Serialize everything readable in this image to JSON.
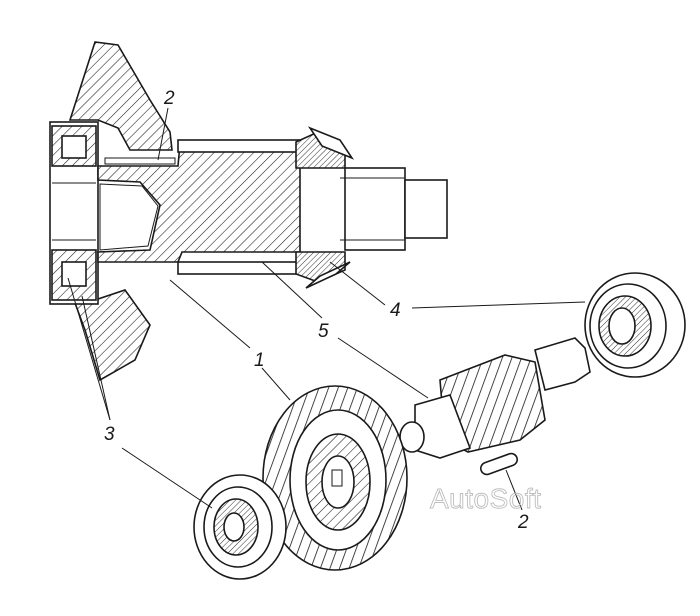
{
  "callouts": {
    "c1": "1",
    "c2_top": "2",
    "c2_bottom": "2",
    "c3": "3",
    "c4": "4",
    "c5": "5"
  },
  "watermark": "AutoSoft",
  "colors": {
    "line": "#1a1a1a",
    "hatch": "#1a1a1a",
    "paper": "#ffffff",
    "watermark": "#bdbdbd"
  }
}
